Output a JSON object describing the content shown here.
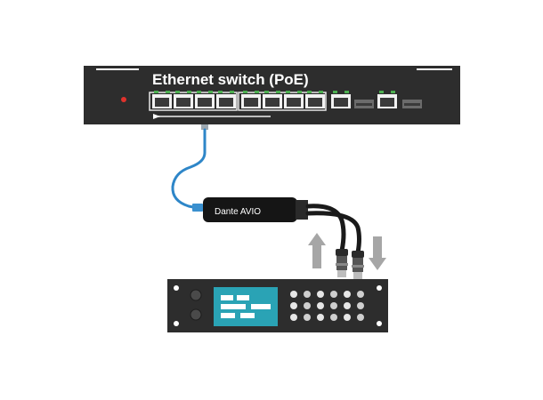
{
  "switch": {
    "title": "Ethernet switch (PoE)",
    "poe_port_count": 8,
    "uplink_port_count": 2,
    "sfp_slot_count": 2,
    "power_led_color": "#e0322c",
    "port_led_color": "#4caf50"
  },
  "adapter": {
    "label": "Dante AVIO"
  },
  "cable_color": "#2e86c8",
  "arrows": {
    "up_color": "#a6a6a6",
    "down_color": "#a6a6a6"
  },
  "device": {
    "display_color": "#2aa3b5",
    "button_rows": 3,
    "button_cols": 6
  }
}
